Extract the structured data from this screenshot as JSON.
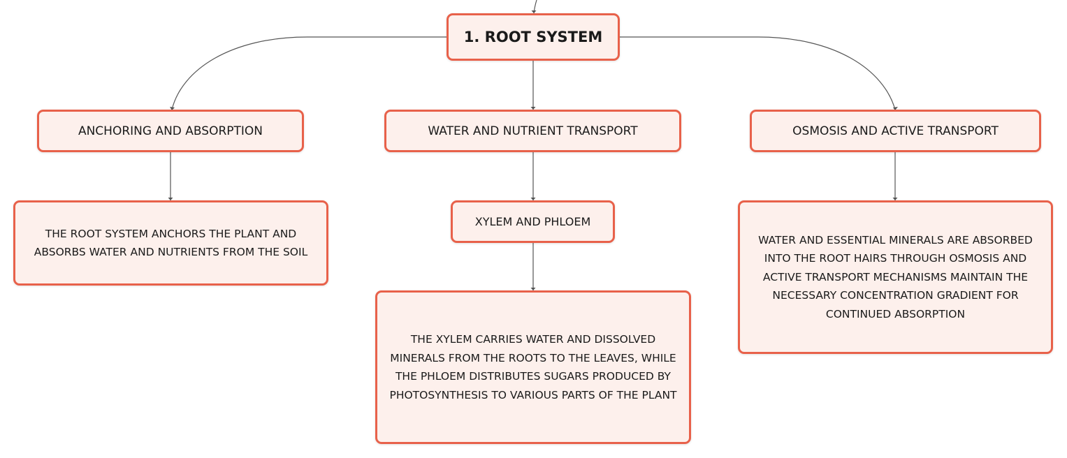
{
  "root": {
    "label": "1. ROOT SYSTEM"
  },
  "branches": [
    {
      "label": "ANCHORING AND ABSORPTION",
      "description": "THE ROOT SYSTEM ANCHORS THE PLANT AND ABSORBS WATER AND NUTRIENTS FROM THE SOIL"
    },
    {
      "label": "WATER AND NUTRIENT TRANSPORT",
      "child": {
        "label": "XYLEM AND PHLOEM",
        "description": "THE XYLEM CARRIES WATER AND DISSOLVED MINERALS FROM THE ROOTS TO THE LEAVES, WHILE THE PHLOEM DISTRIBUTES SUGARS PRODUCED BY PHOTOSYNTHESIS TO VARIOUS PARTS OF THE PLANT"
      }
    },
    {
      "label": "OSMOSIS AND ACTIVE TRANSPORT",
      "description": "WATER AND ESSENTIAL MINERALS ARE ABSORBED INTO THE ROOT HAIRS THROUGH OSMOSIS AND ACTIVE TRANSPORT MECHANISMS MAINTAIN THE NECESSARY CONCENTRATION GRADIENT FOR CONTINUED ABSORPTION"
    }
  ],
  "colors": {
    "node_border": "#e8614a",
    "node_fill": "#fdf0ec",
    "connector": "#555555",
    "text": "#1a1a1a"
  }
}
